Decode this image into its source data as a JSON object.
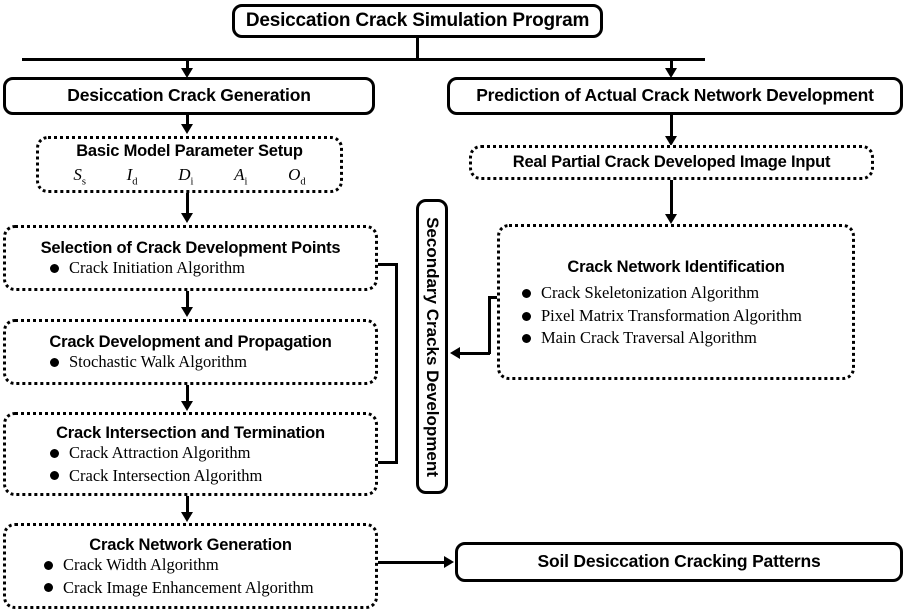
{
  "diagram": {
    "title": "Desiccation Crack Simulation Program",
    "root": {
      "label": "Desiccation Crack Simulation Program"
    },
    "branches": {
      "left": {
        "label": "Desiccation Crack Generation"
      },
      "right": {
        "label": "Prediction of Actual Crack Network Development"
      }
    },
    "nodes": {
      "parameter_setup": {
        "label": "Basic Model Parameter Setup",
        "parameters": [
          {
            "symbol": "S",
            "subscript": "s"
          },
          {
            "symbol": "I",
            "subscript": "d"
          },
          {
            "symbol": "D",
            "subscript": "i"
          },
          {
            "symbol": "A",
            "subscript": "i"
          },
          {
            "symbol": "O",
            "subscript": "d"
          }
        ]
      },
      "selection_points": {
        "label": "Selection of Crack Development Points",
        "items": [
          "Crack Initiation Algorithm"
        ]
      },
      "development_propagation": {
        "label": "Crack Development and Propagation",
        "items": [
          "Stochastic Walk Algorithm"
        ]
      },
      "intersection_termination": {
        "label": "Crack Intersection and Termination",
        "items": [
          "Crack Attraction Algorithm",
          "Crack Intersection Algorithm"
        ]
      },
      "network_generation": {
        "label": "Crack Network Generation",
        "items": [
          "Crack Width Algorithm",
          "Crack Image Enhancement Algorithm"
        ]
      },
      "secondary_cracks": {
        "label": "Secondary Cracks Development"
      },
      "image_input": {
        "label": "Real Partial Crack Developed Image Input"
      },
      "network_identification": {
        "label": "Crack Network Identification",
        "items": [
          "Crack Skeletonization Algorithm",
          "Pixel Matrix Transformation Algorithm",
          "Main Crack Traversal Algorithm"
        ]
      },
      "output_patterns": {
        "label": "Soil Desiccation Cracking Patterns"
      }
    },
    "colors": {
      "stroke": "#000000",
      "background": "#ffffff",
      "text": "#000000"
    }
  }
}
